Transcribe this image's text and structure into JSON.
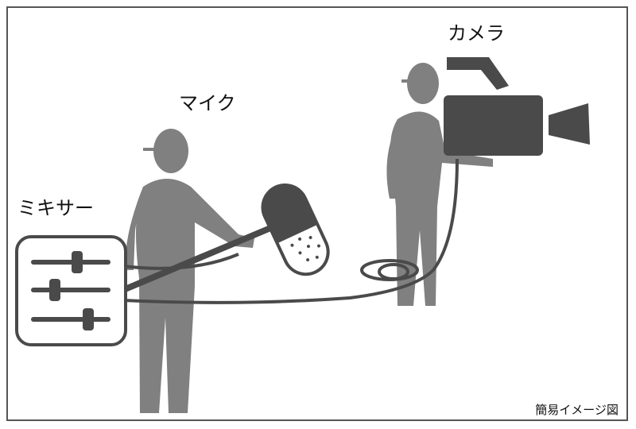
{
  "labels": {
    "camera": "カメラ",
    "mic": "マイク",
    "mixer": "ミキサー"
  },
  "note": "簡易イメージ図",
  "colors": {
    "figure": "#808080",
    "device": "#4a4a4a",
    "frame": "#555555"
  }
}
